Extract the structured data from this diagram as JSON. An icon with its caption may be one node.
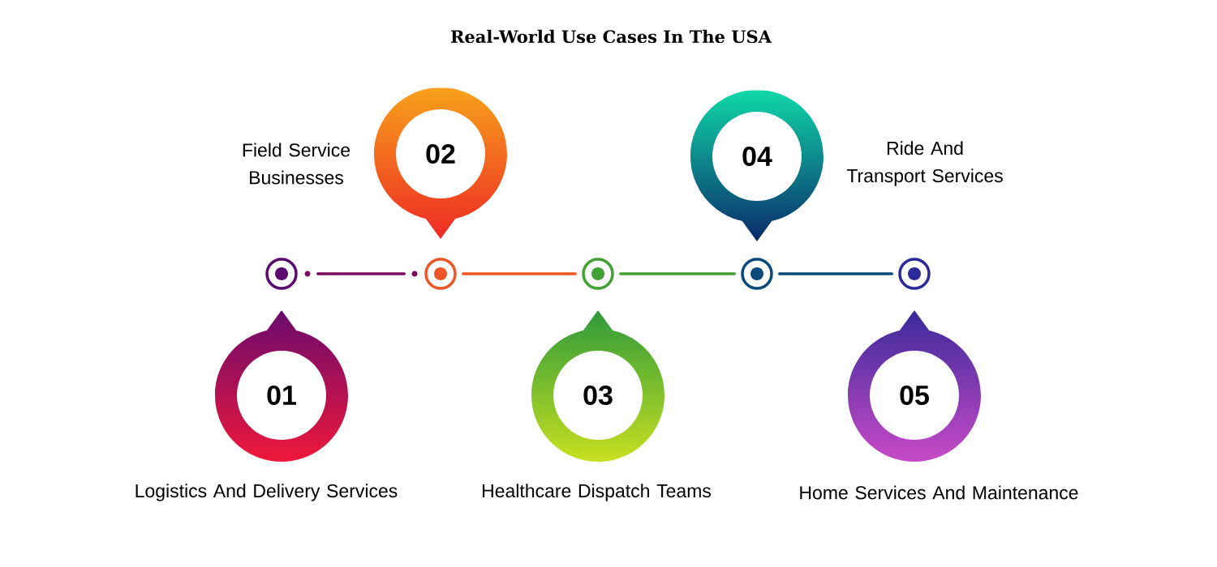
{
  "diagram": {
    "title": "Real-World Use Cases In The USA",
    "nodes": [
      {
        "text": [
          "01"
        ],
        "beside": [
          "Logistics And Delivery Services"
        ]
      },
      {
        "text": [
          "02"
        ],
        "beside": [
          "Field Service Businesses"
        ]
      },
      {
        "text": [
          "03"
        ],
        "beside": [
          "Healthcare Dispatch Teams"
        ]
      },
      {
        "text": [
          "04"
        ],
        "beside": [
          "Ride And Transport Services"
        ]
      },
      {
        "text": [
          "05"
        ],
        "beside": [
          "Home Services And Maintenance"
        ]
      },
      {
        "text": [],
        "shape": "circle"
      },
      {
        "text": [],
        "shape": "circle"
      },
      {
        "text": [],
        "shape": "circle"
      },
      {
        "text": [],
        "shape": "circle"
      },
      {
        "text": [],
        "shape": "circle"
      }
    ],
    "edges": [
      {
        "from": 5,
        "to": 6,
        "arrow": "none",
        "color": "#7a0a5e"
      },
      {
        "from": 6,
        "to": 7,
        "arrow": "none",
        "color": "#ee5527"
      },
      {
        "from": 7,
        "to": 8,
        "arrow": "none",
        "color": "#43a035"
      },
      {
        "from": 8,
        "to": 9,
        "arrow": "none",
        "color": "#0a4a7a"
      }
    ]
  }
}
